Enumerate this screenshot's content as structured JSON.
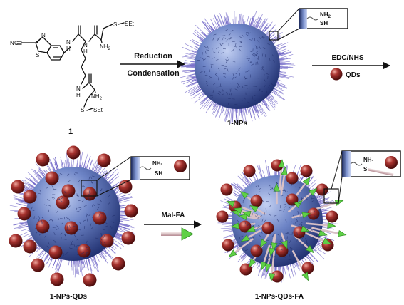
{
  "molecule": {
    "compound_number": "1",
    "atoms": {
      "nitrile_n": "N",
      "nitrile_c": "C",
      "thiazole_n": "N",
      "thiazole_s": "S",
      "amide_nh_1": "N",
      "amide_h_1": "H",
      "amide_nh_2": "N",
      "amide_h_2": "H",
      "amine_top": "NH",
      "amine_top_sub": "2",
      "thioether_top": "S",
      "ethyl_top": "SEt",
      "amide_nh_3": "N",
      "amide_h_3": "H",
      "amine_bottom": "NH",
      "amine_bottom_sub": "2",
      "thioether_bottom": "S",
      "ethyl_bottom": "SEt"
    }
  },
  "steps": {
    "reduction": "Reduction",
    "condensation": "Condensation",
    "edc_nhs": "EDC/NHS",
    "qds": "QDs",
    "mal_fa": "Mal-FA"
  },
  "particles": {
    "np": "1-NPs",
    "np_qds": "1-NPs-QDs",
    "np_qds_fa": "1-NPs-QDs-FA"
  },
  "insets": {
    "np": {
      "line1": "NH",
      "line1_sub": "2",
      "line2": "SH"
    },
    "np_qds": {
      "line1": "NH-",
      "line2": "SH"
    },
    "np_qds_fa": {
      "line1": "NH-",
      "line2": "S"
    }
  },
  "colors": {
    "nanoparticle_core": "#5d74b8",
    "spikes": "#6a5fc4",
    "quantum_dot": "#9b2a2a",
    "folate_marker": "#5fd046",
    "text": "#111111"
  }
}
